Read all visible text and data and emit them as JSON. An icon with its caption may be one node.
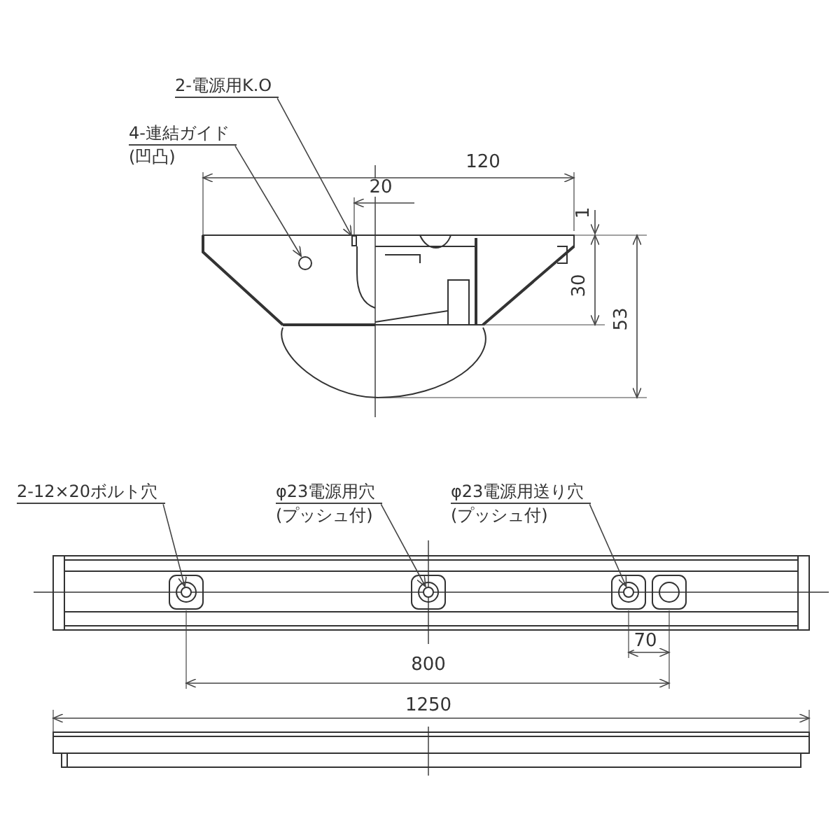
{
  "diagram": {
    "nodes": [
      {
        "text": [
          "2-電源用K.O"
        ]
      },
      {
        "text": [],
        "shape": "box"
      },
      {
        "text": [
          "4-連結ガイド",
          "(凹凸)"
        ]
      },
      {
        "text": [],
        "shape": "circle"
      },
      {
        "text": [
          "2-12×20ボルト穴"
        ]
      },
      {
        "text": [],
        "shape": "circle"
      },
      {
        "text": [
          "φ23電源用穴",
          "(プッシュ付)"
        ]
      },
      {
        "text": [],
        "shape": "circle"
      },
      {
        "text": [
          "φ23電源用送り穴",
          "(プッシュ付)"
        ]
      },
      {
        "text": [],
        "shape": "circle"
      }
    ],
    "edges": [
      {
        "from": 0,
        "to": 1,
        "arrow": "to"
      },
      {
        "from": 2,
        "to": 3,
        "arrow": "to"
      },
      {
        "from": 4,
        "to": 5,
        "arrow": "to"
      },
      {
        "from": 6,
        "to": 7,
        "arrow": "to"
      },
      {
        "from": 8,
        "to": 9,
        "arrow": "to"
      }
    ],
    "labels": [
      "120",
      "20",
      "1",
      "30",
      "53",
      "70",
      "800",
      "1250"
    ]
  }
}
